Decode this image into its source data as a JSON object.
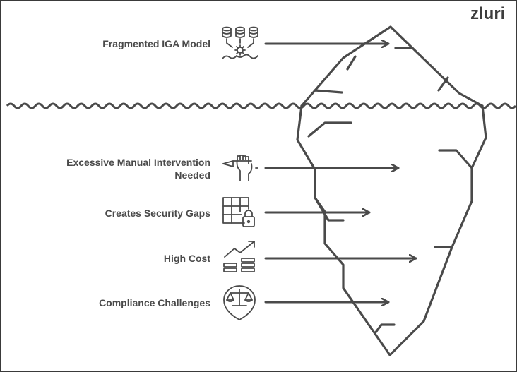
{
  "brand": {
    "logo_text": "zluri"
  },
  "items": [
    {
      "label": "Fragmented IGA Model",
      "icon": "databases-gear-icon"
    },
    {
      "label": "Excessive Manual Intervention\nNeeded",
      "icon": "hand-pen-icon"
    },
    {
      "label": "Creates Security Gaps",
      "icon": "grid-lock-icon"
    },
    {
      "label": "High Cost",
      "icon": "rising-cost-icon"
    },
    {
      "label": "Compliance Challenges",
      "icon": "balance-scale-icon"
    }
  ],
  "colors": {
    "stroke": "#4a4a4a",
    "text": "#4a4a4a",
    "background": "#ffffff"
  }
}
